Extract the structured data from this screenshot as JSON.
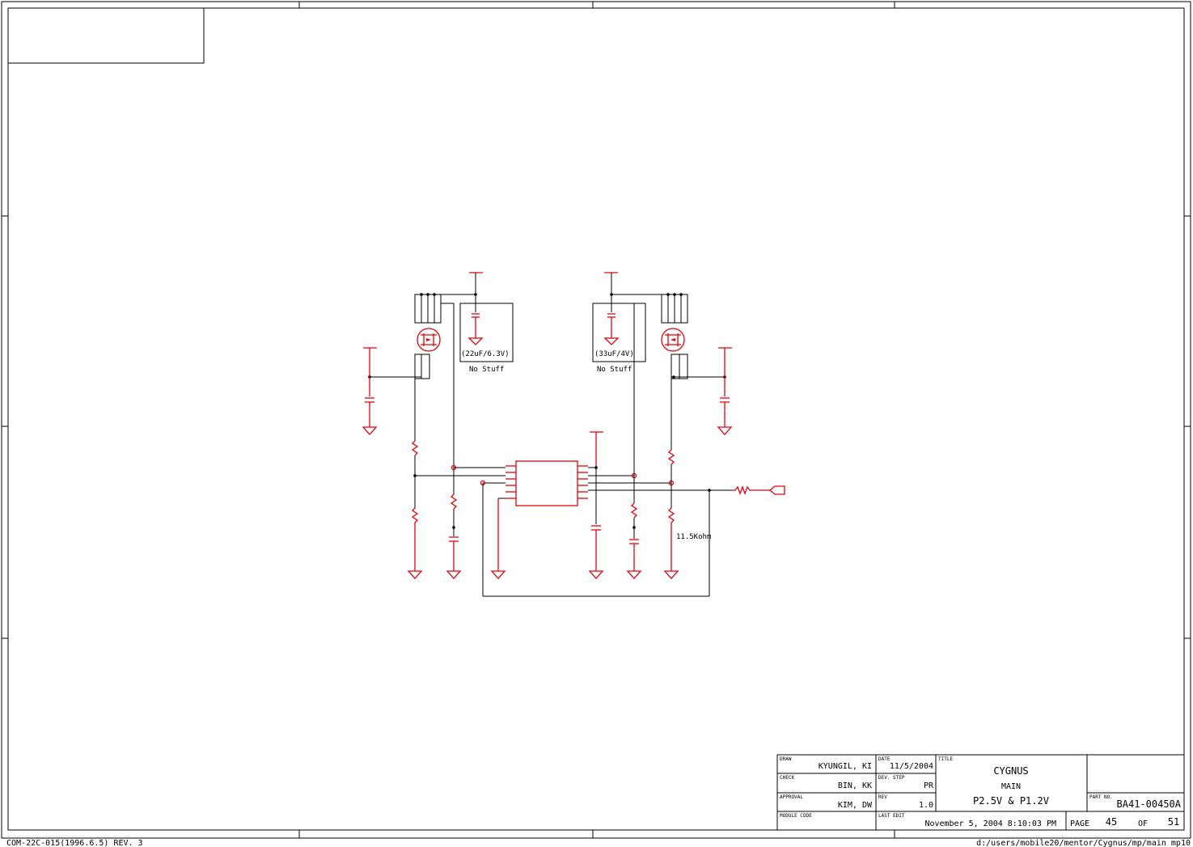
{
  "schematic": {
    "cap_left_label": "(22uF/6.3V)",
    "cap_left_note": "No Stuff",
    "cap_right_label": "(33uF/4V)",
    "cap_right_note": "No Stuff",
    "resistor_label": "11.5Kohm"
  },
  "title_block": {
    "draw_label": "DRAW",
    "draw_value": "KYUNGIL, KI",
    "check_label": "CHECK",
    "check_value": "BIN, KK",
    "approval_label": "APPROVAL",
    "approval_value": "KIM, DW",
    "module_code_label": "MODULE CODE",
    "date_label": "DATE",
    "date_value": "11/5/2004",
    "dev_step_label": "DEV. STEP",
    "dev_step_value": "PR",
    "rev_label": "REV",
    "rev_value": "1.0",
    "last_edit_label": "LAST EDIT",
    "last_edit_value": "November 5, 2004  8:10:03 PM",
    "title_label": "TITLE",
    "title_line1": "CYGNUS",
    "title_line2": "MAIN",
    "title_line3": "P2.5V & P1.2V",
    "part_no_label": "PART NO.",
    "part_no_value": "BA41-00450A",
    "page_label": "PAGE",
    "page_value": "45",
    "of_label": "OF",
    "total_pages": "51"
  },
  "footer": {
    "form_code": "COM-22C-015(1996.6.5) REV. 3",
    "file_path": "d:/users/mobile20/mentor/Cygnus/mp/main_mp10"
  }
}
